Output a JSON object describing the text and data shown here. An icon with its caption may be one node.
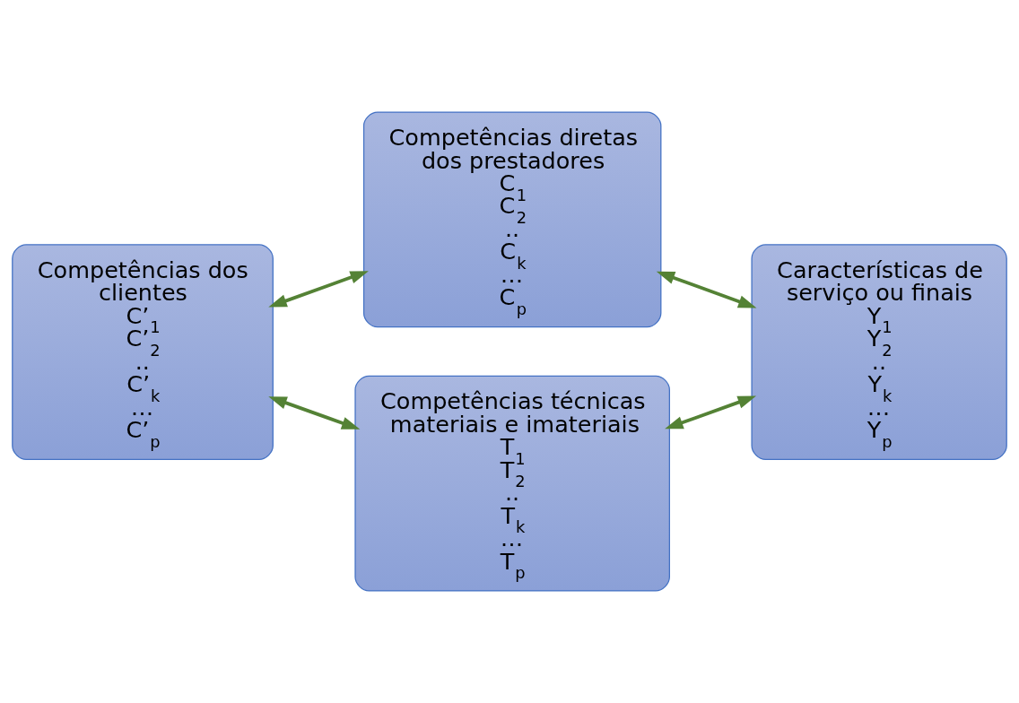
{
  "diagram": {
    "nodes": [
      {
        "text": [
          "Competências diretas dos prestadores",
          "C$_{1}$",
          "C$_{2}$",
          "..",
          "C$_{k}$",
          "…",
          "C$_{p}$"
        ]
      },
      {
        "text": [
          "Competências dos clientes",
          "C’$_{1}$",
          "C’$_{2}$",
          "..",
          "C’$_{k}$",
          "…",
          "C’$_{p}$"
        ]
      },
      {
        "text": [
          "Características de serviço ou finais",
          "Y$_{1}$",
          "Y$_{2}$",
          "..",
          "Y$_{k}$",
          "…",
          "Y$_{p}$"
        ]
      },
      {
        "text": [
          "Competências técnicas materiais e imateriais",
          "T$_{1}$",
          "T$_{2}$",
          "..",
          "T$_{k}$",
          "…",
          "T$_{p}$"
        ]
      }
    ],
    "edges": [
      {
        "from": 1,
        "to": 0,
        "arrow": "both",
        "color": "#548235"
      },
      {
        "from": 0,
        "to": 2,
        "arrow": "both",
        "color": "#548235"
      },
      {
        "from": 1,
        "to": 3,
        "arrow": "both",
        "color": "#548235"
      },
      {
        "from": 3,
        "to": 2,
        "arrow": "both",
        "color": "#548235"
      }
    ]
  }
}
